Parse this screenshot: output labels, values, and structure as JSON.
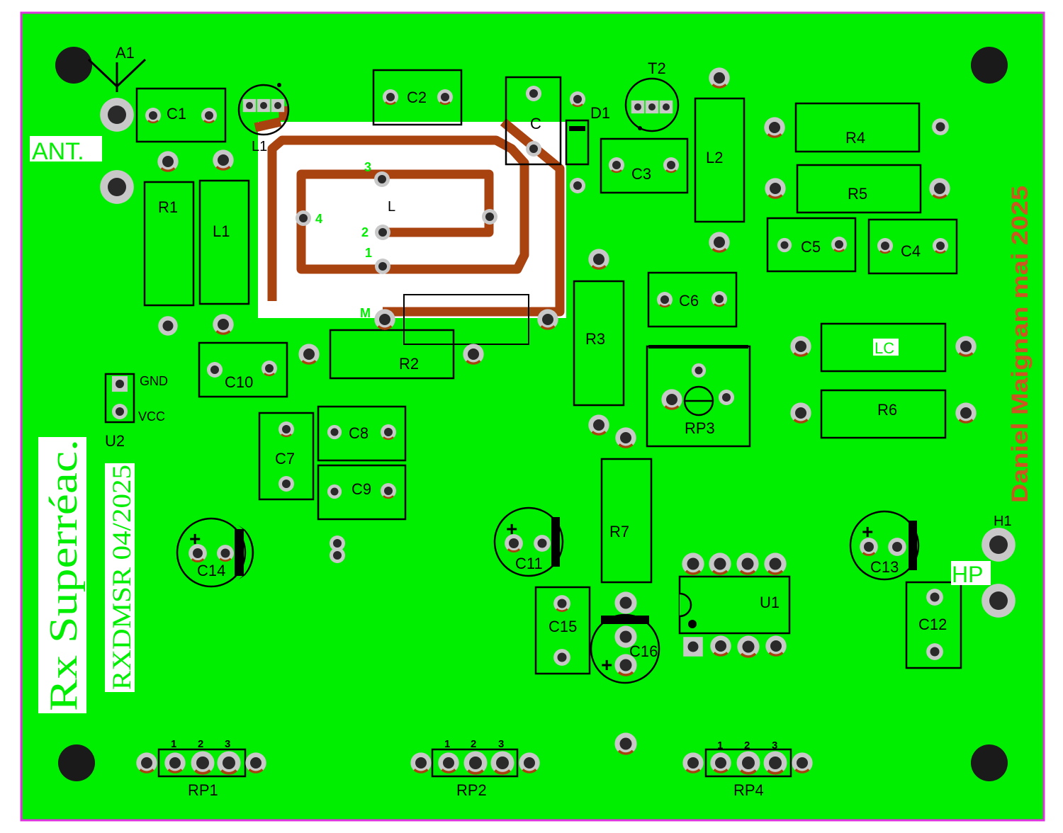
{
  "colors": {
    "board": "#00ee00",
    "border": "#dd33dd",
    "outline": "#000000",
    "copper": "#a8420f",
    "silk_green": "#00ee00",
    "pad_fill": "#c8c8c8",
    "hole": "#2a2a2a",
    "author_text": "#cc5522",
    "white": "#ffffff"
  },
  "labels": {
    "a1": "A1",
    "l1_top": "L1",
    "c1": "C1",
    "c2": "C2",
    "c": "C",
    "d1": "D1",
    "t2": "T2",
    "l2": "L2",
    "r4": "R4",
    "r5": "R5",
    "ant": "ANT.",
    "coil": "L",
    "pin3": "3",
    "pin4": "4",
    "pin2": "2",
    "pin1": "1",
    "pinm": "M",
    "r1": "R1",
    "l1": "L1",
    "c3": "C3",
    "c5": "C5",
    "c4": "C4",
    "r3": "R3",
    "c6": "C6",
    "lc": "LC",
    "r6": "R6",
    "rp3": "RP3",
    "r2": "R2",
    "c10": "C10",
    "gnd": "GND",
    "vcc": "VCC",
    "u2": "U2",
    "c7": "C7",
    "c8": "C8",
    "c9": "C9",
    "r7": "R7",
    "c14": "C14",
    "c11": "C11",
    "c13": "C13",
    "h1": "H1",
    "hp": "HP",
    "u1": "U1",
    "c15": "C15",
    "c16": "C16",
    "c12": "C12",
    "rp1": "RP1",
    "rp2": "RP2",
    "rp4": "RP4",
    "plus": "+",
    "n1": "1",
    "n2": "2",
    "n3": "3"
  },
  "branding": {
    "title": "Rx Superréac.",
    "model": "RXDMSR 04/2025",
    "author": "Daniel Maignan mai 2025"
  }
}
